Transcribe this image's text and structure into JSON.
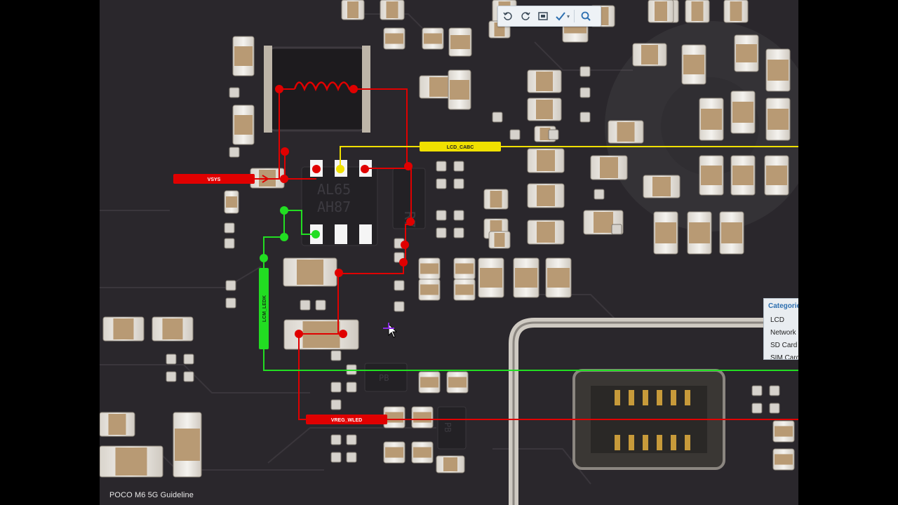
{
  "footer": {
    "title": "POCO M6 5G Guideline"
  },
  "toolbar": {
    "buttons": [
      {
        "name": "rotate-left",
        "icon": "rotate-left-icon"
      },
      {
        "name": "rotate-right",
        "icon": "rotate-right-icon"
      },
      {
        "name": "fit-screen",
        "icon": "fit-screen-icon"
      },
      {
        "name": "select-tool",
        "icon": "check-brush-icon"
      },
      {
        "name": "search",
        "icon": "search-icon"
      }
    ]
  },
  "categories": {
    "title": "Categories",
    "items": [
      "LCD",
      "Network",
      "SD Card",
      "SIM Card"
    ]
  },
  "nets": {
    "vsys": "VSYS",
    "lcd_cabc": "LCD_CABC",
    "lcm_ledk": "LCM_LEDK",
    "vreg_wled": "VREG_WLED"
  },
  "chips": {
    "main_line1": "AL65",
    "main_line2": "AH87",
    "side": "R7",
    "small1": "PB",
    "small2": "PB"
  },
  "colors": {
    "board": "#2a272c",
    "power_net": "#e00000",
    "signal_net": "#f0e000",
    "led_net": "#22dd22",
    "category_title": "#2d6fb0"
  }
}
